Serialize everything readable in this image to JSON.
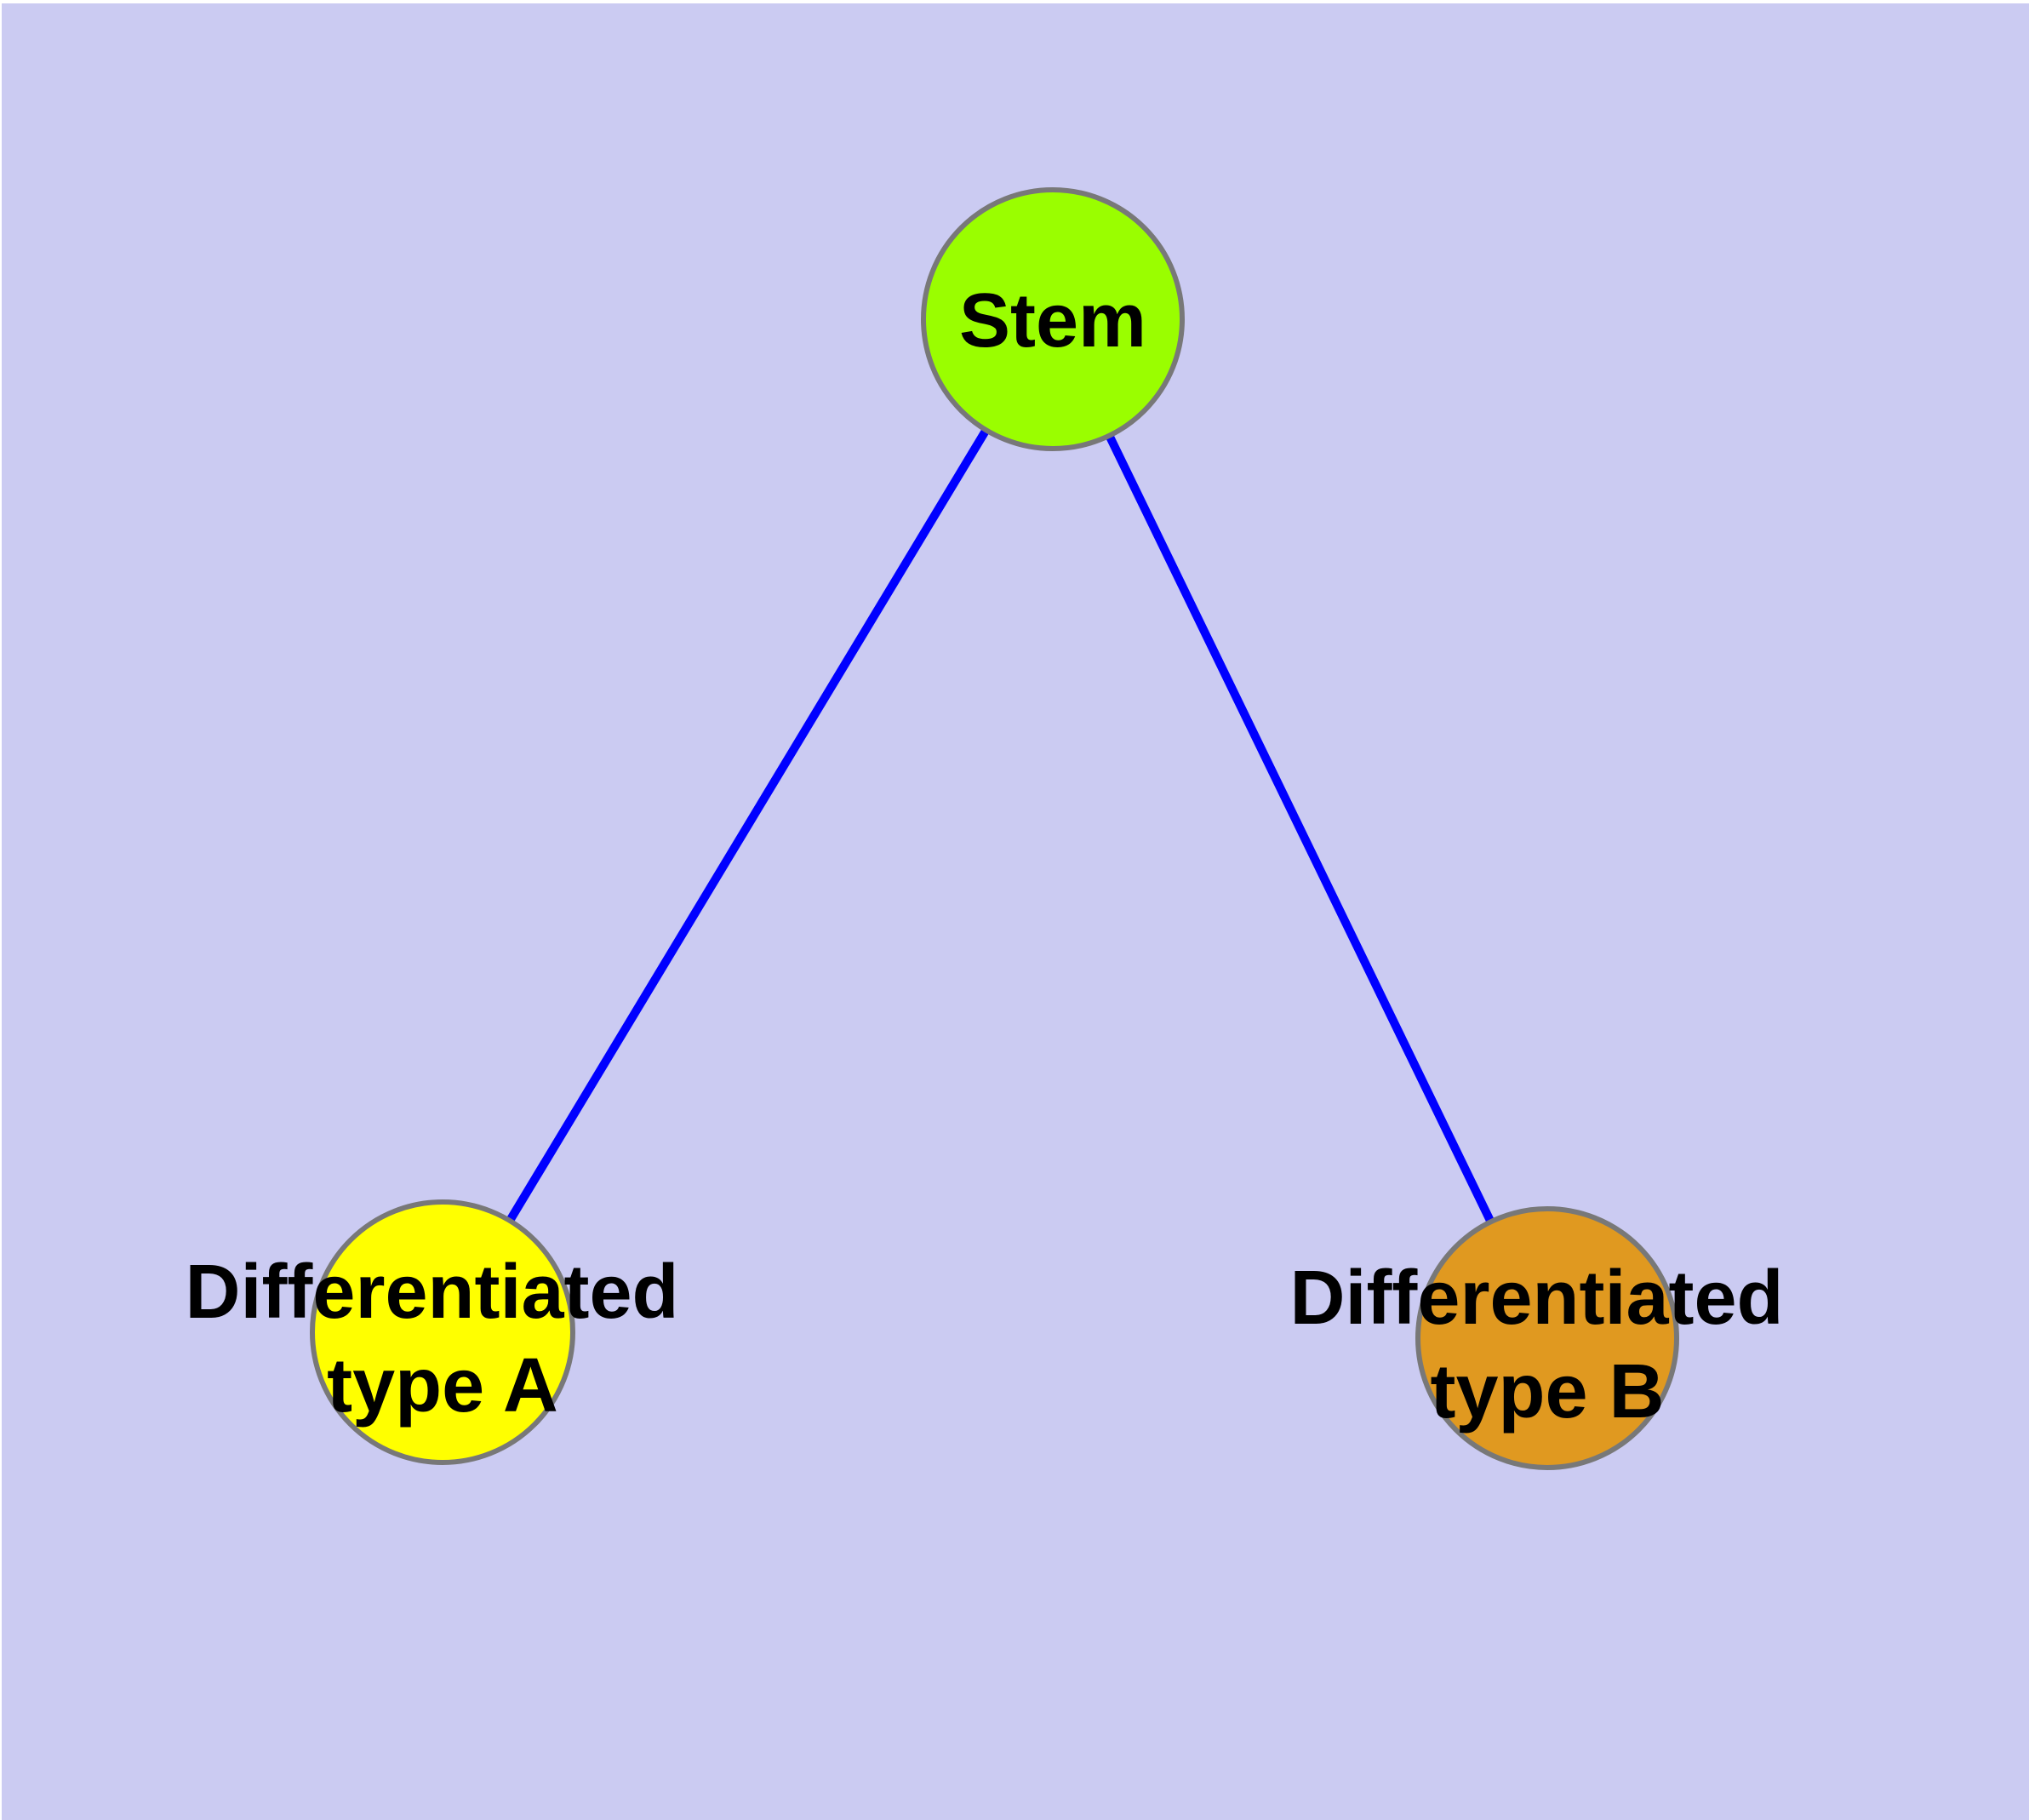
{
  "diagram": {
    "type": "graph",
    "background_color": "#CBCBF2",
    "page_margin_color": "#FFFFFF",
    "edge_color": "#0000FF",
    "node_border_color": "#787878",
    "label_color": "#000000",
    "nodes": [
      {
        "id": "stem",
        "label": "Stem",
        "label_lines": [
          "Stem"
        ],
        "fill": "#9AFE00",
        "position": "top-center"
      },
      {
        "id": "type-a",
        "label": "Differentiated type A",
        "label_lines": [
          "Differentiated",
          "type A"
        ],
        "fill": "#FFFF00",
        "position": "bottom-left"
      },
      {
        "id": "type-b",
        "label": "Differentiated type B",
        "label_lines": [
          "Differentiated",
          "type B"
        ],
        "fill": "#E09920",
        "position": "bottom-right"
      }
    ],
    "edges": [
      {
        "from": "Stem",
        "to": "Differentiated type A"
      },
      {
        "from": "Stem",
        "to": "Differentiated type B"
      }
    ]
  }
}
